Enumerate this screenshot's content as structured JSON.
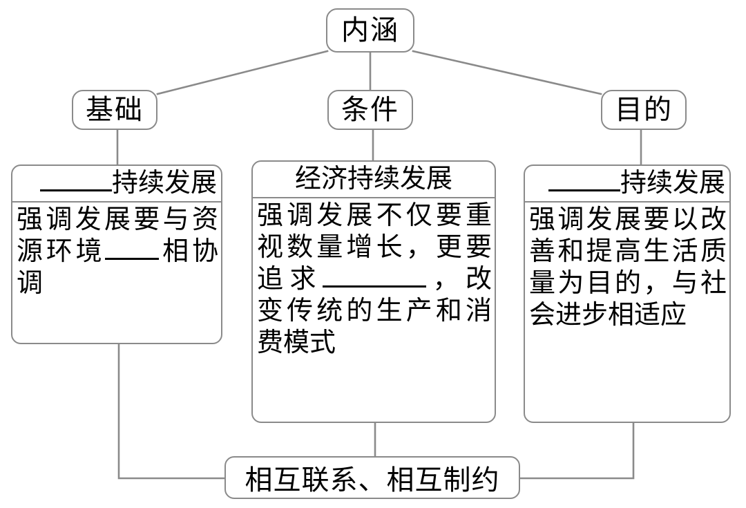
{
  "diagram": {
    "title_node": {
      "label": "内涵"
    },
    "category_nodes": [
      {
        "key": "basis",
        "label": "基础"
      },
      {
        "key": "condition",
        "label": "条件"
      },
      {
        "key": "purpose",
        "label": "目的"
      }
    ],
    "cards": [
      {
        "key": "left",
        "header_prefix": "",
        "header_blank": "____",
        "header_text": "持续发展",
        "body_text": "强调发展要与资源环境____相协调",
        "body_segments": [
          "强调发展要与资源环境",
          "____",
          "相协调"
        ]
      },
      {
        "key": "middle",
        "header_prefix": "经济",
        "header_blank": "",
        "header_text": "经济持续发展",
        "body_text": "强调发展不仅要重视数量增长，更要追求______，改变传统的生产和消费模式",
        "body_segments": [
          "强调发展不仅要重视数量增长，更要追求",
          "______",
          "，改变传统的生产和消费模式"
        ]
      },
      {
        "key": "right",
        "header_prefix": "",
        "header_blank": "____",
        "header_text": "持续发展",
        "body_text": "强调发展要以改善和提高生活质量为目的，与社会进步相适应",
        "body_segments": [
          "强调发展要以改善和提高生活质量为目的，与社会进步相适应",
          "",
          ""
        ]
      }
    ],
    "bottom_node": {
      "label": "相互联系、相互制约"
    },
    "colors": {
      "box_border": "#8a8a8a",
      "connector": "#8a8a8a",
      "text": "#000000",
      "background": "#ffffff"
    }
  }
}
